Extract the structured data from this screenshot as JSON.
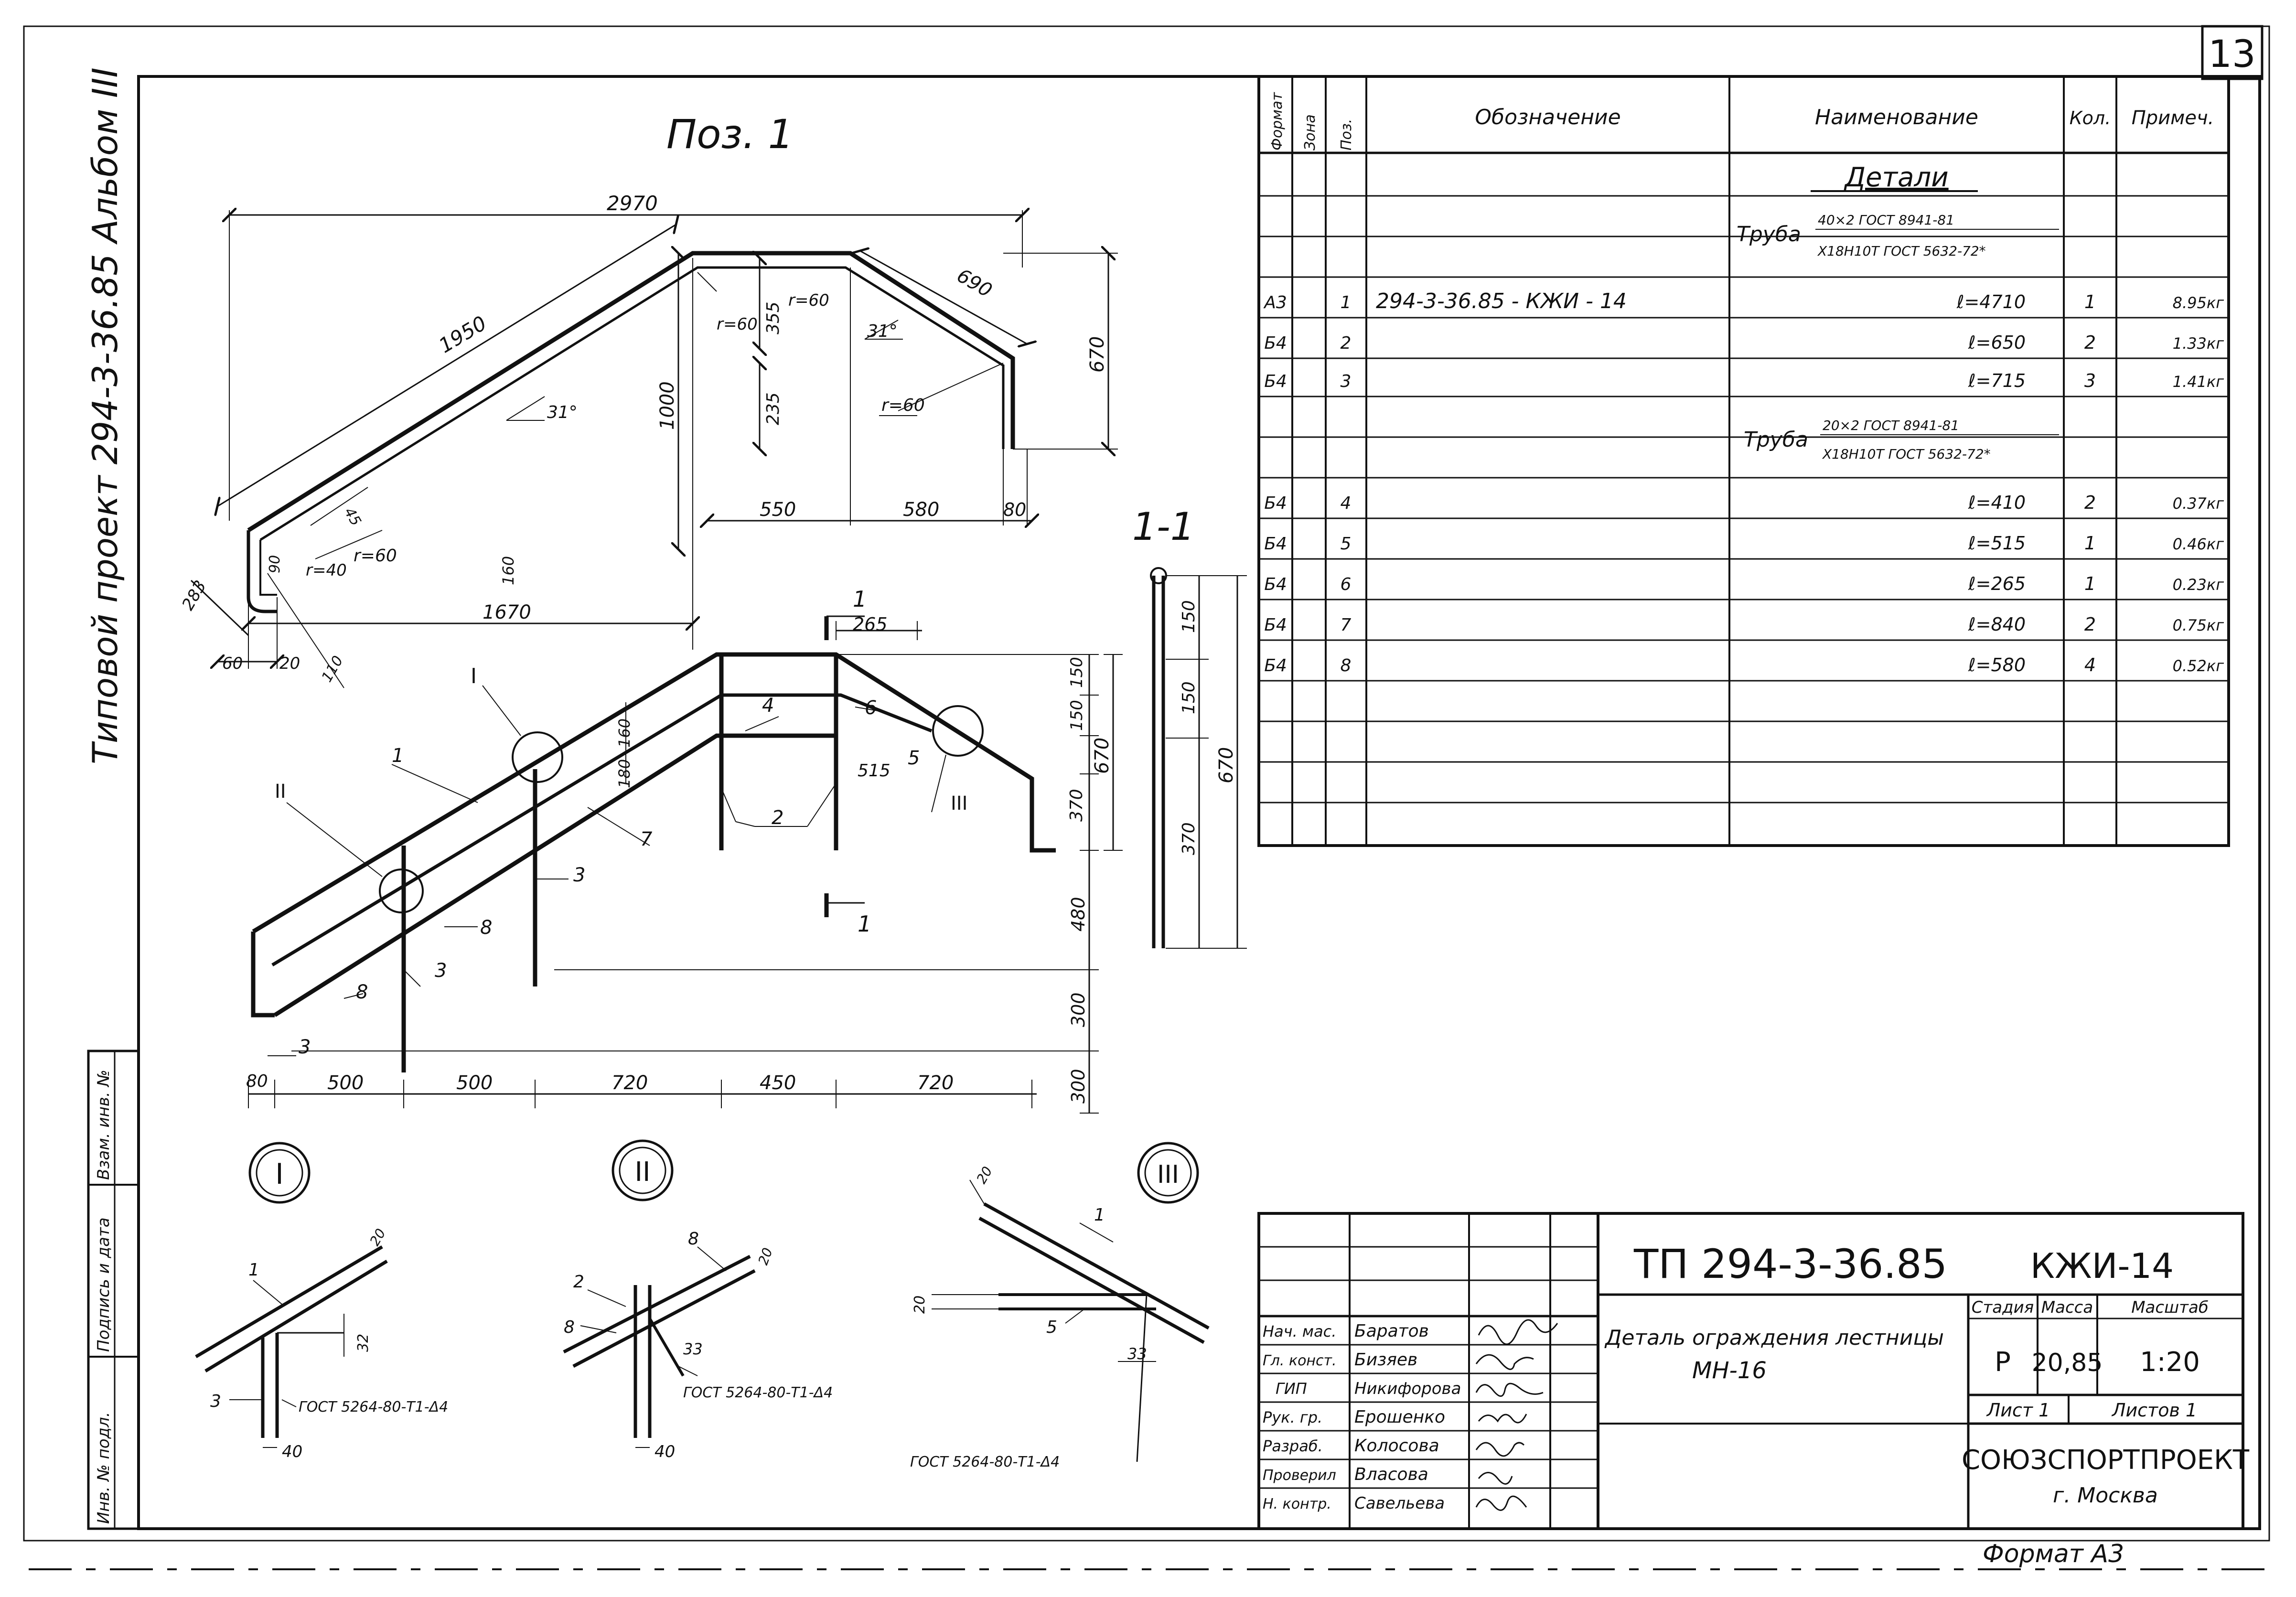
{
  "sheet_number": "13",
  "side_label": "Типовой проект 294-3-36.85 Альбом III",
  "side_stamp": [
    "Инв. № подл.",
    "Подпись и дата",
    "Взам. инв. №"
  ],
  "format_note": "Формат А3",
  "drawing": {
    "title": "Поз. 1",
    "section_label": "1-1",
    "section_mark": "1",
    "callouts": [
      "I",
      "II",
      "III"
    ],
    "dims_top": {
      "d2970": "2970",
      "d1950": "1950",
      "d690": "690",
      "d670": "670",
      "d1000": "1000",
      "d355": "355",
      "d235": "235",
      "d550": "550",
      "d580": "580",
      "d80": "80",
      "d1670": "1670",
      "d283": "283",
      "d60": "60",
      "d20": "20",
      "d110": "110",
      "d90": "90",
      "d160": "160",
      "r60a": "r=60",
      "r60b": "r=60",
      "r60c": "r=60",
      "r60d": "r=60",
      "r40": "r=40",
      "ang31a": "31°",
      "ang31b": "31°",
      "d45": "45"
    },
    "dims_frame": {
      "d265": "265",
      "d160": "160",
      "d180": "180",
      "d150": "150",
      "d515": "515",
      "d370": "370",
      "d670": "670",
      "d480": "480",
      "d300a": "300",
      "d300b": "300",
      "d80": "80",
      "d500a": "500",
      "d500b": "500",
      "d720a": "720",
      "d450": "450",
      "d720b": "720"
    },
    "positions": {
      "p1": "1",
      "p2": "2",
      "p3a": "3",
      "p3b": "3",
      "p3c": "3",
      "p4": "4",
      "p5": "5",
      "p6": "6",
      "p7": "7",
      "p8a": "8",
      "p8b": "8"
    },
    "section_dims": {
      "d150a": "150",
      "d150b": "150",
      "d370": "370",
      "d670": "670"
    },
    "detail_notes": {
      "weld1": "ГОСТ 5264-80-Т1-Δ4",
      "weld2": "ГОСТ 5264-80-Т1-Δ4",
      "weld3": "ГОСТ 5264-80-Т1-Δ4",
      "d1_1": "1",
      "d1_3": "3",
      "d1_32": "32",
      "d1_40": "40",
      "d1_20": "20",
      "d2_2": "2",
      "d2_8a": "8",
      "d2_8b": "8",
      "d2_33": "33",
      "d2_40": "40",
      "d2_20": "20",
      "d3_1": "1",
      "d3_5": "5",
      "d3_20a": "20",
      "d3_20b": "20",
      "d3_33": "33"
    }
  },
  "spec_table": {
    "headers": [
      "Формат",
      "Зона",
      "Поз.",
      "Обозначение",
      "Наименование",
      "Кол.",
      "Примеч."
    ],
    "section_title": "Детали",
    "material1": {
      "name": "Труба",
      "top": "40×2 ГОСТ 8941-81",
      "bottom": "Х18Н10Т ГОСТ 5632-72*"
    },
    "material2": {
      "name": "Труба",
      "top": "20×2 ГОСТ 8941-81",
      "bottom": "Х18Н10Т ГОСТ 5632-72*"
    },
    "rows1": [
      {
        "fmt": "А3",
        "pos": "1",
        "code": "294-3-36.85 - КЖИ - 14",
        "name": "ℓ=4710",
        "qty": "1",
        "note": "8.95кг"
      },
      {
        "fmt": "Б4",
        "pos": "2",
        "code": "",
        "name": "ℓ=650",
        "qty": "2",
        "note": "1.33кг"
      },
      {
        "fmt": "Б4",
        "pos": "3",
        "code": "",
        "name": "ℓ=715",
        "qty": "3",
        "note": "1.41кг"
      }
    ],
    "rows2": [
      {
        "fmt": "Б4",
        "pos": "4",
        "code": "",
        "name": "ℓ=410",
        "qty": "2",
        "note": "0.37кг"
      },
      {
        "fmt": "Б4",
        "pos": "5",
        "code": "",
        "name": "ℓ=515",
        "qty": "1",
        "note": "0.46кг"
      },
      {
        "fmt": "Б4",
        "pos": "6",
        "code": "",
        "name": "ℓ=265",
        "qty": "1",
        "note": "0.23кг"
      },
      {
        "fmt": "Б4",
        "pos": "7",
        "code": "",
        "name": "ℓ=840",
        "qty": "2",
        "note": "0.75кг"
      },
      {
        "fmt": "Б4",
        "pos": "8",
        "code": "",
        "name": "ℓ=580",
        "qty": "4",
        "note": "0.52кг"
      }
    ]
  },
  "title_block": {
    "project": "ТП 294-3-36.85",
    "doc_code": "КЖИ-14",
    "description_line1": "Деталь ограждения лестницы",
    "description_line2": "МН-16",
    "stage_header": "Стадия",
    "mass_header": "Масса",
    "scale_header": "Масштаб",
    "stage": "Р",
    "mass": "20,85",
    "scale": "1:20",
    "sheet": "Лист 1",
    "sheets": "Листов 1",
    "organization": "СОЮЗСПОРТПРОЕКТ",
    "city": "г. Москва",
    "people": [
      {
        "role": "Нач. мас.",
        "name": "Баратов"
      },
      {
        "role": "Гл. конст.",
        "name": "Бизяев"
      },
      {
        "role": "ГИП",
        "name": "Никифорова"
      },
      {
        "role": "Рук. гр.",
        "name": "Ерошенко"
      },
      {
        "role": "Разраб.",
        "name": "Колосова"
      },
      {
        "role": "Проверил",
        "name": "Власова"
      },
      {
        "role": "Н. контр.",
        "name": "Савельева"
      }
    ]
  }
}
